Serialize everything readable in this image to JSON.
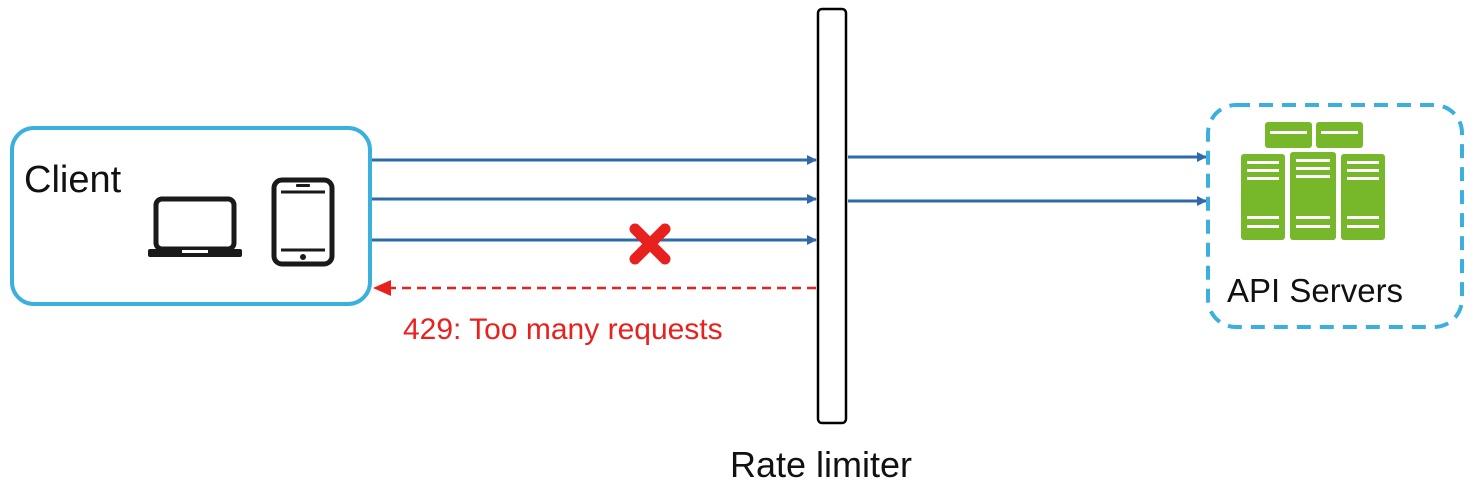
{
  "client": {
    "label": "Client",
    "icons": [
      "laptop-icon",
      "tablet-icon"
    ]
  },
  "rate_limiter": {
    "label": "Rate limiter"
  },
  "api_servers": {
    "label": "API Servers",
    "icon": "server-cluster-icon"
  },
  "rejection": {
    "label": "429: Too many requests",
    "icon": "blocked-x-icon"
  },
  "colors": {
    "client_border": "#3bb0de",
    "server_border": "#3bb0de",
    "arrow": "#2e6aab",
    "reject": "#e8201e",
    "server_icon": "#76b82a",
    "limiter_border": "#000000",
    "text": "#111111"
  }
}
